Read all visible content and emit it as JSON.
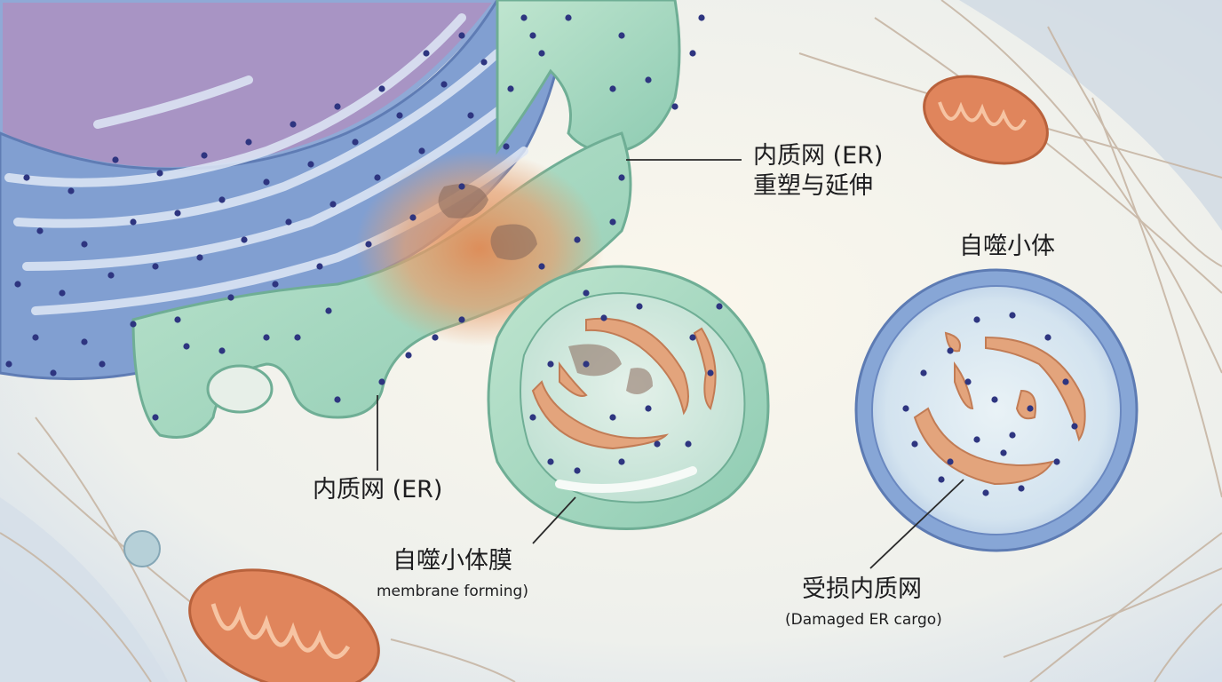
{
  "labels": {
    "er_remodel_line1": "内质网 (ER)",
    "er_remodel_line2": "重塑与延伸",
    "er": "内质网 (ER)",
    "autophagosome_membrane": "自噬小体膜",
    "membrane_forming": "membrane forming)",
    "autophagosome": "自噬小体",
    "damaged_er": "受损内质网",
    "damaged_er_cargo": "(Damaged ER cargo)"
  },
  "colors": {
    "background": "#f3efe6",
    "nucleus": "#a894c4",
    "er_blue": "#7f9fd0",
    "er_green": "#a9d8c2",
    "cargo_orange": "#e3a47c",
    "mitochondria": "#e0855c",
    "ribosome": "#2e3580"
  }
}
